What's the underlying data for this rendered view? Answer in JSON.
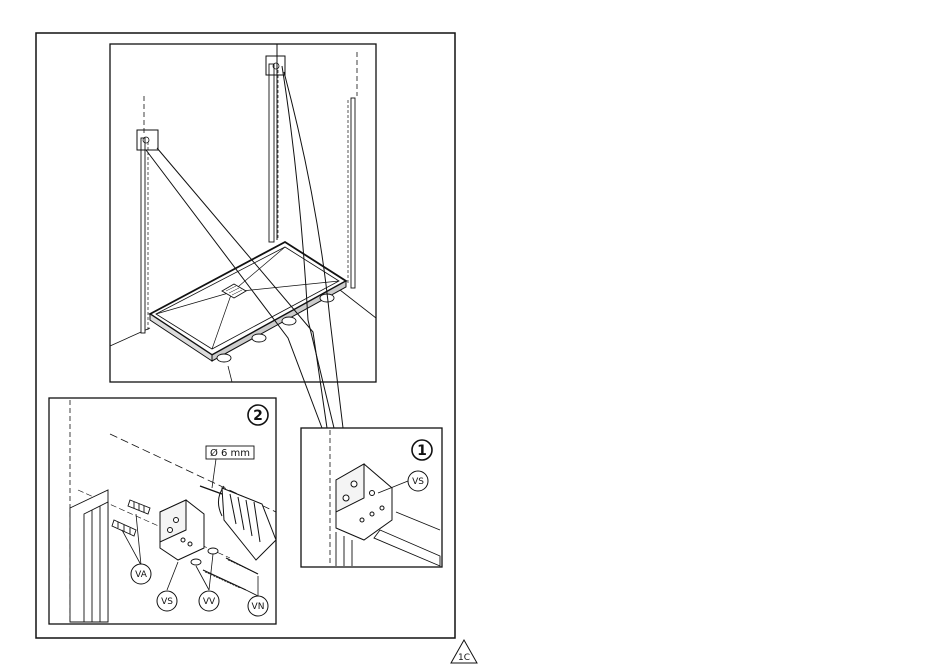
{
  "callouts": {
    "step_1": "1",
    "step_2": "2",
    "drill_size": "Ø 6 mm",
    "va": "VA",
    "vs": "VS",
    "vv": "VV",
    "vn": "VN",
    "vs_detail": "VS"
  },
  "page_marker": "1C",
  "colors": {
    "line": "#111111",
    "paper": "#ffffff",
    "shade": "#9a9a9a"
  }
}
